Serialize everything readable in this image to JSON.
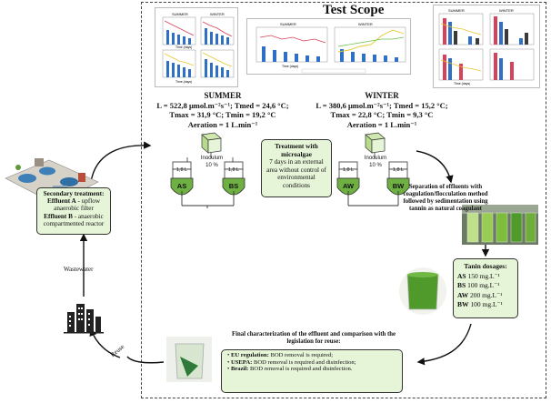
{
  "title": "Test Scope",
  "summer": {
    "name": "SUMMER",
    "line1": "L = 522,8 μmol.m⁻²s⁻¹; Tmed = 24,6 °C;",
    "line2": "Tmax = 31,9 °C; Tmin = 19,2 °C",
    "line3": "Aeration = 1 L.min⁻¹"
  },
  "winter": {
    "name": "WINTER",
    "line1": "L = 380,6 μmol.m⁻²s⁻¹; Tmed = 15,2 °C;",
    "line2": "Tmax = 22,8 °C; Tmin = 9,3 °C",
    "line3": "Aeration = 1 L.min⁻¹"
  },
  "reactors": {
    "volume": "1,8 L",
    "as": "AS",
    "bs": "BS",
    "aw": "AW",
    "bw": "BW",
    "inoculum": "Inoculum",
    "inoculum_pct": "10 %"
  },
  "treatment": {
    "title": "Treatment with microalgae",
    "body": "7 days in an external area without control of environmental conditions"
  },
  "secondary": {
    "title": "Secondary treatment:",
    "a_label": "Effluent A",
    "a_text": " - upflow anaerobic filter",
    "b_label": "Effluent B",
    "b_text": " - anaerobic compartmented reactor"
  },
  "wastewater": "Wastewater",
  "reuse": "Reuse",
  "separation": "Separation of effluents with coagulation/flocculation method followed by sedimentation using tannin as natural coagulant",
  "tannin": {
    "title": "Tanin dosages:",
    "items": [
      {
        "code": "AS",
        "dose": "150 mg.L⁻¹"
      },
      {
        "code": "BS",
        "dose": "100 mg.L⁻¹"
      },
      {
        "code": "AW",
        "dose": "200 mg.L⁻¹"
      },
      {
        "code": "BW",
        "dose": "100 mg.L⁻¹"
      }
    ]
  },
  "final": {
    "title": "Final characterization of the effluent and comparison with the legislation for reuse:",
    "items": [
      {
        "label": "EU regulation:",
        "text": " BOD removal is required;"
      },
      {
        "label": "USEPA:",
        "text": " BOD removal is required and disinfection;"
      },
      {
        "label": "Brazil:",
        "text": " BOD removal is required and disinfection."
      }
    ]
  },
  "thumbs": {
    "chart1_title": "SUMMER",
    "chart1_title_b": "WINTER",
    "chart_xlabel": "Time (days)",
    "chart2_title": "SUMMER",
    "chart2_title_b": "WINTER",
    "chart3_title": "SUMMER",
    "chart3_title_b": "WINTER"
  },
  "colors": {
    "box_fill": "#e6f4d8",
    "green_liquid": "#4f9a2a",
    "bar_blue": "#2f6fc6",
    "bar_red": "#d6425a",
    "line_yellow": "#e8c630"
  }
}
